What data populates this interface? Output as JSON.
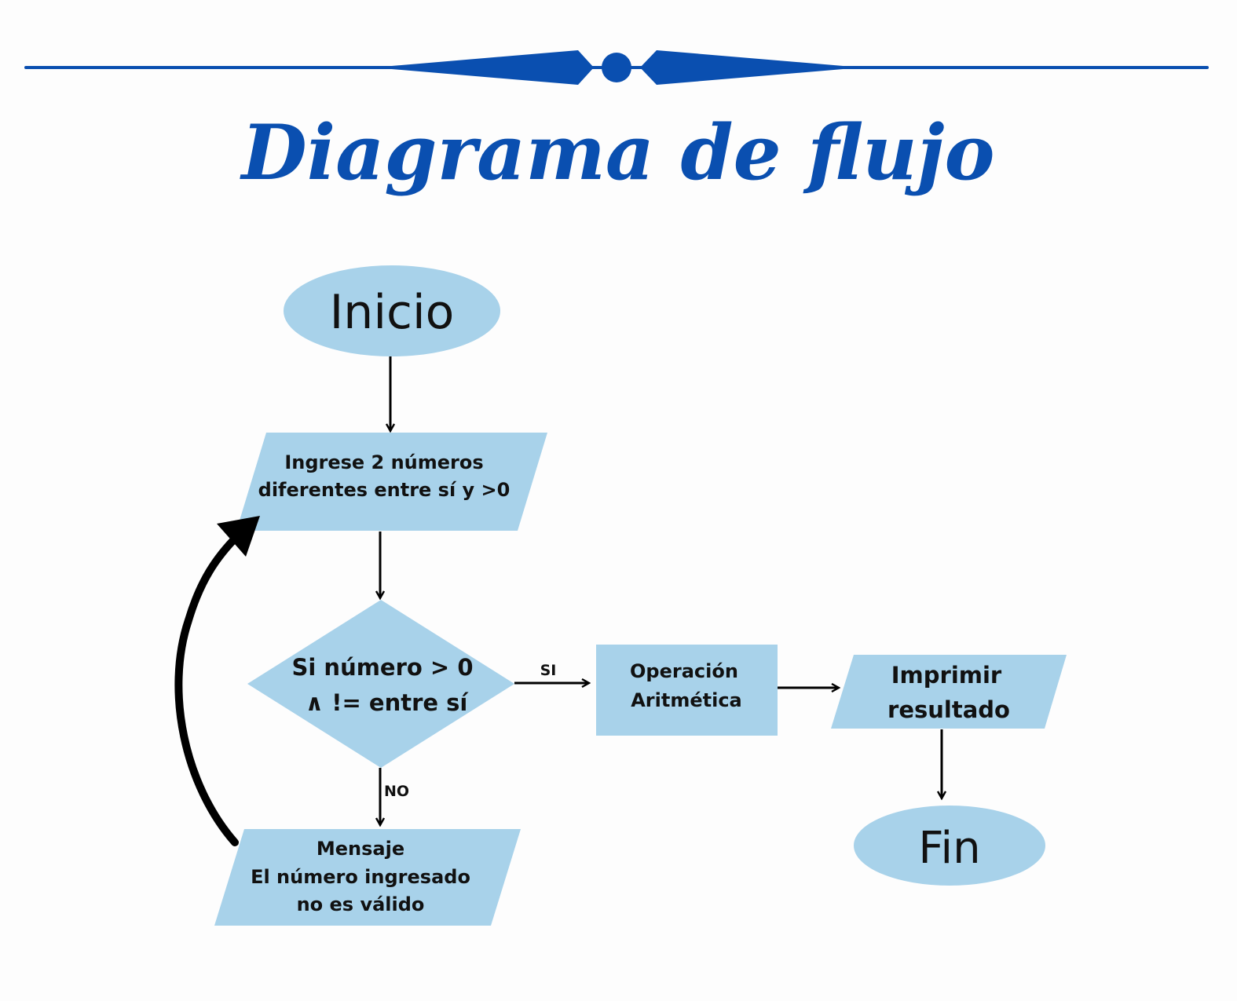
{
  "title": "Diagrama de flujo",
  "colors": {
    "title_blue": "#0a4fb0",
    "shape_fill": "#a8d2ea",
    "arrow": "#000000",
    "background": "#fdfdfd"
  },
  "nodes": {
    "start": {
      "label": "Inicio"
    },
    "input": {
      "lines": [
        "Ingrese 2 números",
        "diferentes entre sí y >0"
      ]
    },
    "decision": {
      "lines": [
        "Si número > 0",
        "∧ != entre sí"
      ]
    },
    "operation": {
      "lines": [
        "Operación",
        "Aritmética"
      ]
    },
    "output": {
      "lines": [
        "Imprimir",
        "resultado"
      ]
    },
    "end": {
      "label": "Fin"
    },
    "message": {
      "lines": [
        "Mensaje",
        "El número ingresado",
        "no es válido"
      ]
    }
  },
  "edges": {
    "yes_label": "SI",
    "no_label": "NO"
  }
}
